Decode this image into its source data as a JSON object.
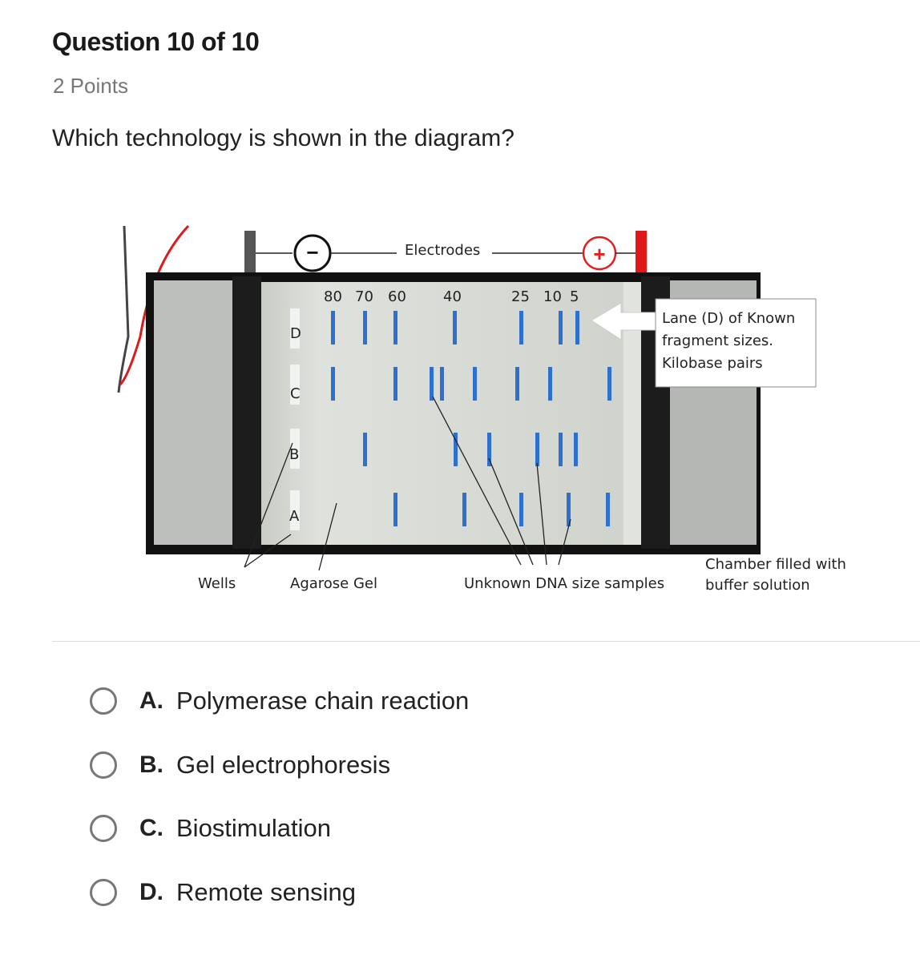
{
  "header": {
    "title": "Question 10 of 10",
    "points": "2 Points",
    "question": "Which technology is shown in the diagram?"
  },
  "diagram": {
    "electrodes_label": "Electrodes",
    "minus_symbol": "−",
    "plus_symbol": "+",
    "size_labels": [
      "80",
      "70",
      "60",
      "40",
      "25",
      "10",
      "5"
    ],
    "lanes": [
      "D",
      "C",
      "B",
      "A"
    ],
    "callout": [
      "Lane (D) of Known",
      "fragment sizes.",
      "Kilobase pairs"
    ],
    "wells_label": "Wells",
    "gel_label": "Agarose Gel",
    "samples_label": "Unknown DNA size samples",
    "chamber_label": [
      "Chamber filled with",
      "buffer solution"
    ],
    "band_color": "#2f6fd0"
  },
  "options": [
    {
      "letter": "A.",
      "text": "Polymerase chain reaction"
    },
    {
      "letter": "B.",
      "text": "Gel electrophoresis"
    },
    {
      "letter": "C.",
      "text": "Biostimulation"
    },
    {
      "letter": "D.",
      "text": "Remote sensing"
    }
  ]
}
